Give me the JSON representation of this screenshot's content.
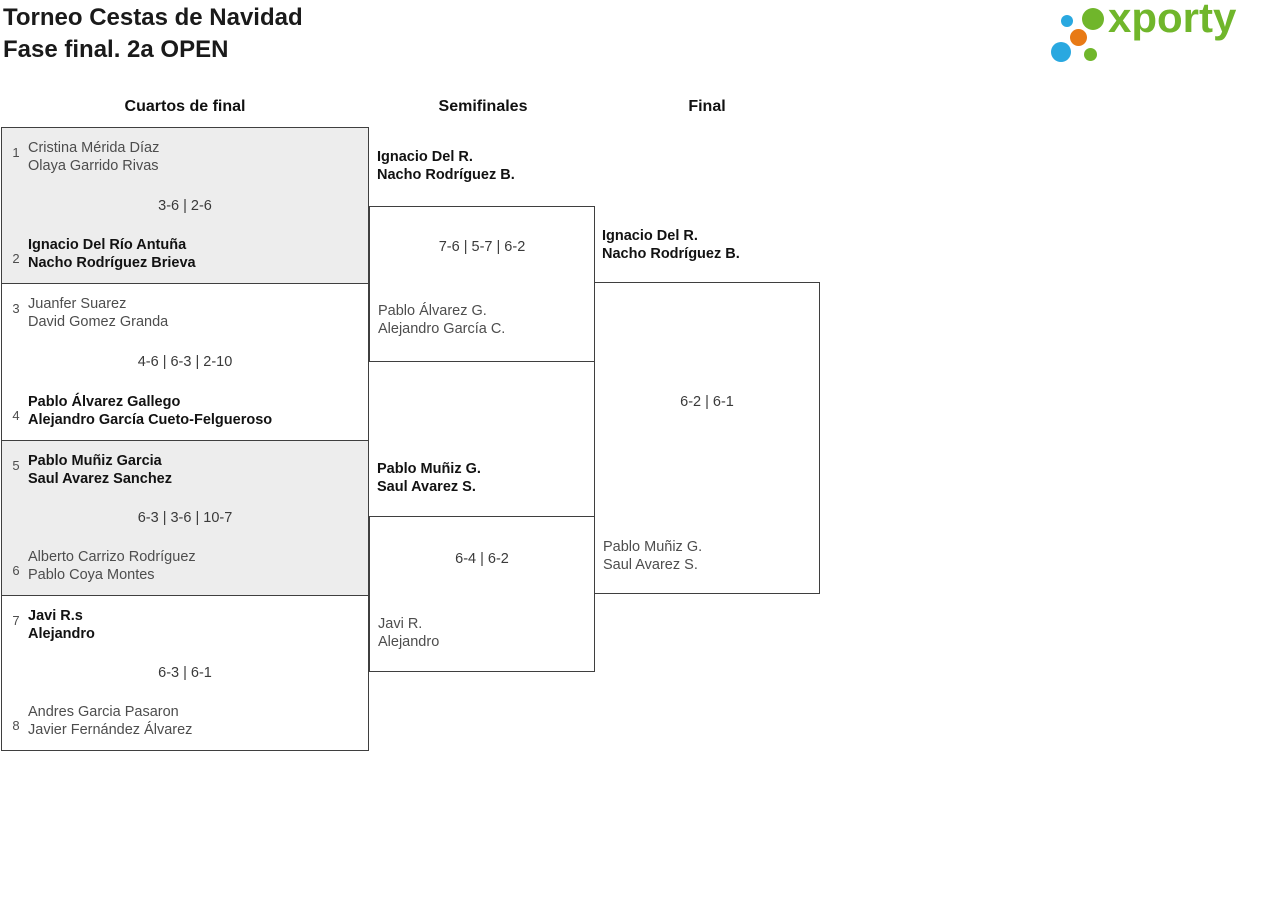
{
  "title": {
    "line1": "Torneo Cestas de Navidad",
    "line2": "Fase final. 2a OPEN"
  },
  "logo": {
    "text": "xporty",
    "brand_green": "#70b62b",
    "brand_blue": "#29a8e0",
    "brand_orange": "#e87a15"
  },
  "round_headers": {
    "quarterfinals": "Cuartos de final",
    "semifinals": "Semifinales",
    "final": "Final"
  },
  "qf": [
    {
      "seed_a": "1",
      "a1": "Cristina Mérida Díaz",
      "a2": "Olaya Garrido Rivas",
      "score": "3-6 | 2-6",
      "winner": "bottom",
      "seed_b": "2",
      "b1": "Ignacio Del Río Antuña",
      "b2": "Nacho Rodríguez Brieva"
    },
    {
      "seed_a": "3",
      "a1": "Juanfer Suarez",
      "a2": "David Gomez Granda",
      "score": "4-6 | 6-3 | 2-10",
      "winner": "bottom",
      "seed_b": "4",
      "b1": "Pablo Álvarez Gallego",
      "b2": "Alejandro García Cueto-Felgueroso"
    },
    {
      "seed_a": "5",
      "a1": "Pablo Muñiz Garcia",
      "a2": "Saul Avarez Sanchez",
      "score": "6-3 | 3-6 | 10-7",
      "winner": "top",
      "seed_b": "6",
      "b1": "Alberto Carrizo Rodríguez",
      "b2": "Pablo Coya Montes"
    },
    {
      "seed_a": "7",
      "a1": "Javi R.s",
      "a2": "Alejandro",
      "score": "6-3 | 6-1",
      "winner": "top",
      "seed_b": "8",
      "b1": "Andres Garcia Pasaron",
      "b2": "Javier Fernández Álvarez"
    }
  ],
  "sf": [
    {
      "w1": "Ignacio Del R.",
      "w2": "Nacho Rodríguez B.",
      "score": "7-6 | 5-7 | 6-2",
      "l1": "Pablo Álvarez G.",
      "l2": "Alejandro García C."
    },
    {
      "w1": "Pablo Muñiz G.",
      "w2": "Saul Avarez S.",
      "score": "6-4 | 6-2",
      "l1": "Javi R.",
      "l2": "Alejandro"
    }
  ],
  "final": {
    "w1": "Ignacio Del R.",
    "w2": "Nacho Rodríguez B.",
    "score": "6-2 | 6-1",
    "l1": "Pablo Muñiz G.",
    "l2": "Saul Avarez S."
  }
}
